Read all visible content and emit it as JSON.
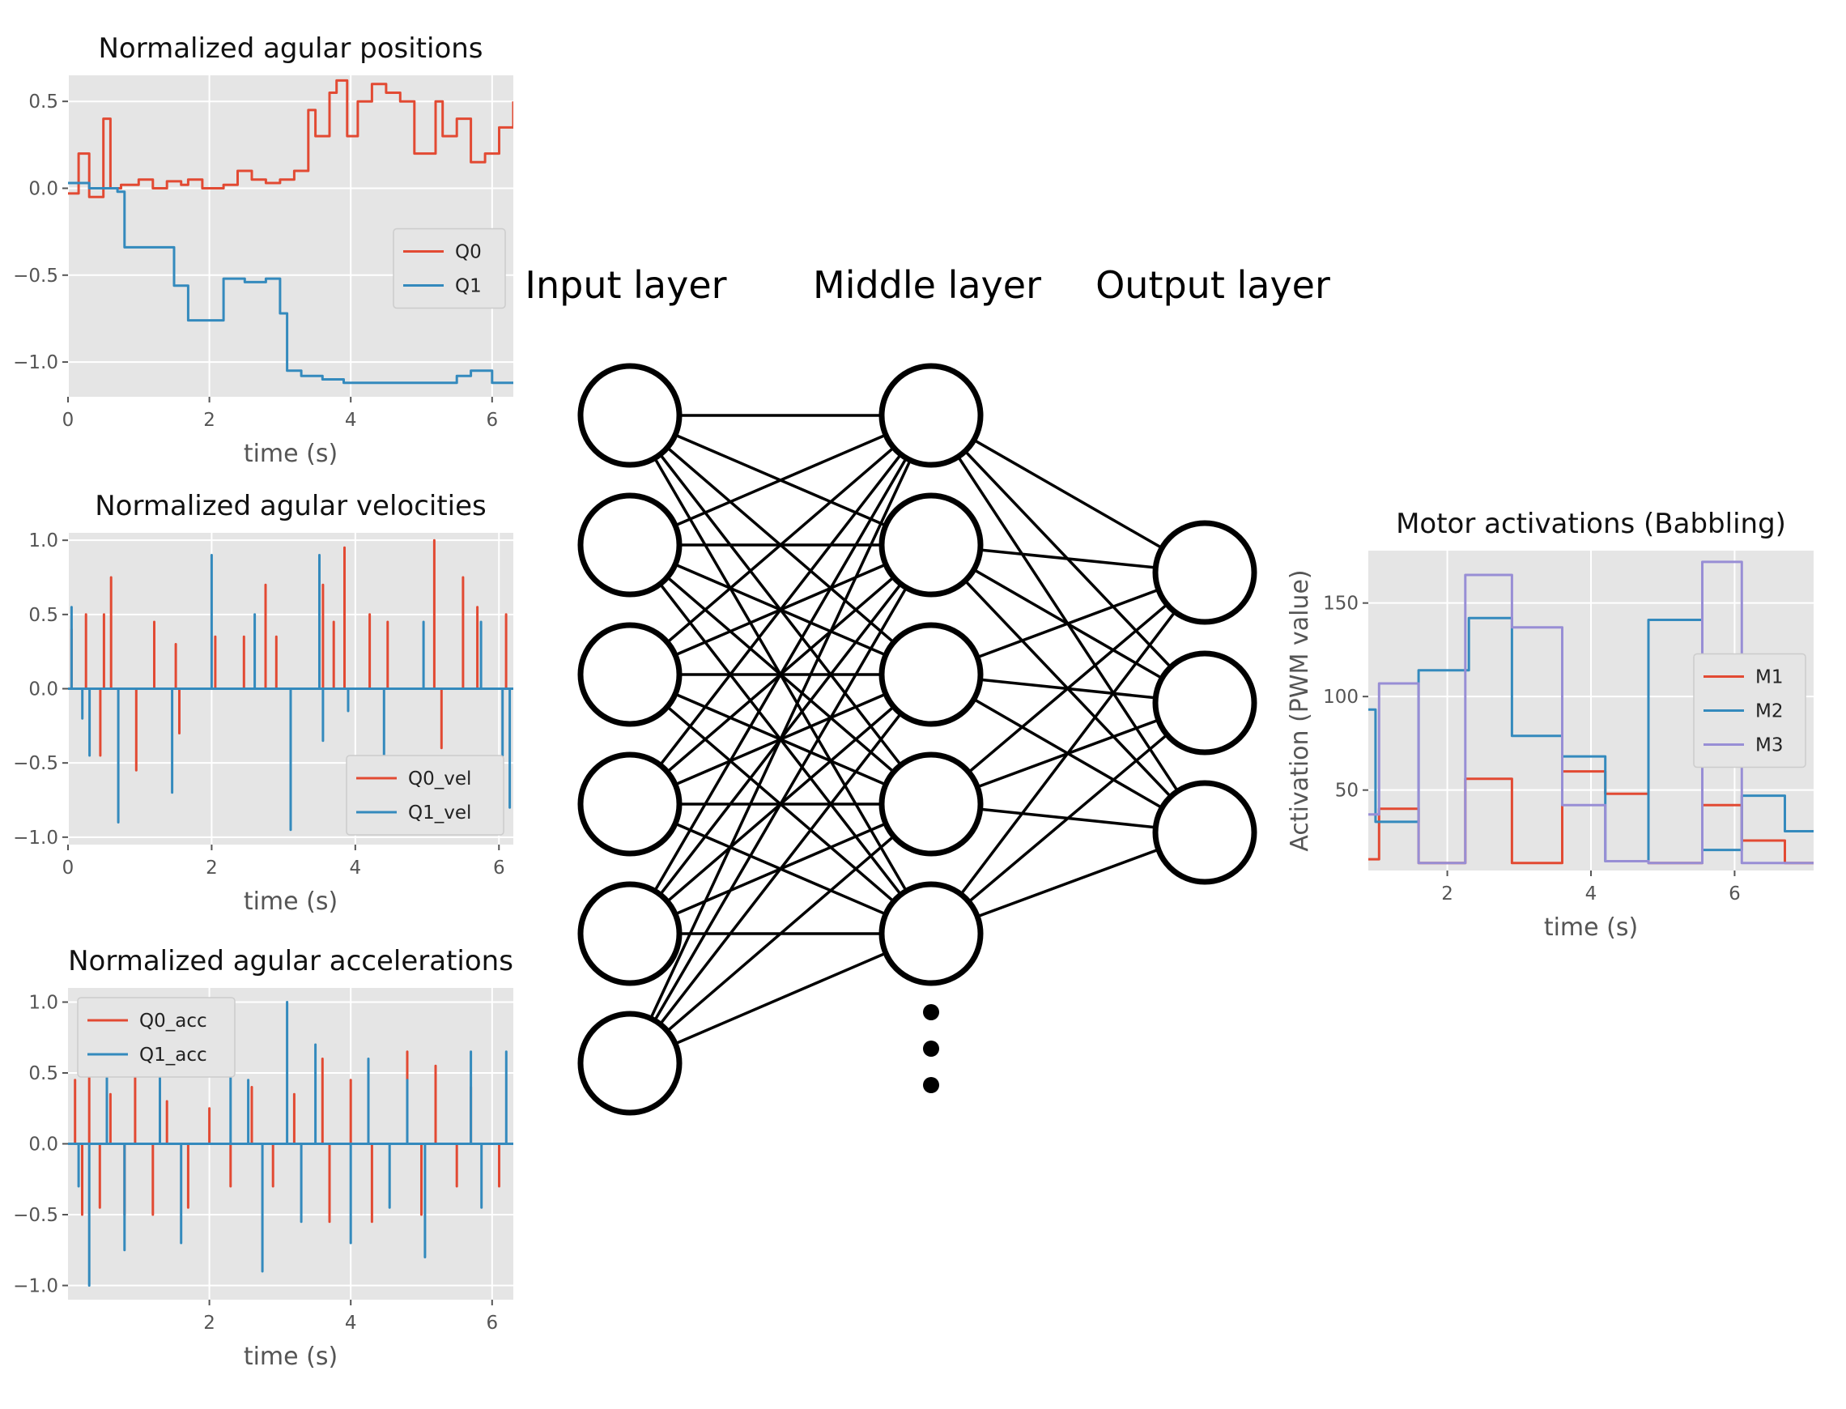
{
  "network": {
    "labels": {
      "input": "Input layer",
      "middle": "Middle layer",
      "output": "Output layer"
    }
  },
  "colors": {
    "q0": "#e24a33",
    "q1": "#348abd",
    "m1": "#e24a33",
    "m2": "#348abd",
    "m3": "#988ed5",
    "panel_bg": "#e5e5e5",
    "grid": "#ffffff",
    "network": "#000000"
  },
  "chart_data": [
    {
      "type": "line",
      "title": "Normalized agular positions",
      "xlabel": "time (s)",
      "ylabel": "",
      "xlim": [
        0,
        6.3
      ],
      "ylim": [
        -1.2,
        0.65
      ],
      "xticks": [
        0,
        2,
        4,
        6
      ],
      "yticks": [
        0.5,
        0.0,
        -0.5,
        -1.0
      ],
      "ytick_labels": [
        "0.5",
        "0.0",
        "−0.5",
        "−1.0"
      ],
      "grid": true,
      "legend": "right",
      "series": [
        {
          "name": "Q0",
          "color": "#e24a33",
          "step": true,
          "x": [
            0,
            0.15,
            0.3,
            0.5,
            0.6,
            0.75,
            1.0,
            1.2,
            1.4,
            1.6,
            1.7,
            1.9,
            2.2,
            2.4,
            2.6,
            2.8,
            3.0,
            3.2,
            3.4,
            3.5,
            3.7,
            3.8,
            3.95,
            4.1,
            4.3,
            4.5,
            4.7,
            4.9,
            5.2,
            5.3,
            5.5,
            5.7,
            5.9,
            6.1,
            6.3
          ],
          "y": [
            -0.03,
            0.2,
            -0.05,
            0.4,
            0.0,
            0.02,
            0.05,
            0.0,
            0.04,
            0.02,
            0.05,
            0.0,
            0.02,
            0.1,
            0.05,
            0.03,
            0.05,
            0.1,
            0.45,
            0.3,
            0.55,
            0.62,
            0.3,
            0.5,
            0.6,
            0.55,
            0.5,
            0.2,
            0.5,
            0.3,
            0.4,
            0.15,
            0.2,
            0.35,
            0.5
          ]
        },
        {
          "name": "Q1",
          "color": "#348abd",
          "step": true,
          "x": [
            0,
            0.3,
            0.7,
            0.8,
            1.2,
            1.5,
            1.7,
            2.0,
            2.2,
            2.5,
            2.8,
            3.0,
            3.1,
            3.3,
            3.6,
            3.9,
            4.5,
            5.1,
            5.5,
            5.7,
            6.0,
            6.3
          ],
          "y": [
            0.03,
            0.0,
            -0.02,
            -0.34,
            -0.34,
            -0.56,
            -0.76,
            -0.76,
            -0.52,
            -0.54,
            -0.52,
            -0.72,
            -1.05,
            -1.08,
            -1.1,
            -1.12,
            -1.12,
            -1.12,
            -1.08,
            -1.05,
            -1.12,
            -1.12
          ]
        }
      ]
    },
    {
      "type": "line",
      "title": "Normalized agular velocities",
      "xlabel": "time (s)",
      "ylabel": "",
      "xlim": [
        0,
        6.2
      ],
      "ylim": [
        -1.05,
        1.05
      ],
      "xticks": [
        0,
        2,
        4,
        6
      ],
      "yticks": [
        1.0,
        0.5,
        0.0,
        -0.5,
        -1.0
      ],
      "ytick_labels": [
        "1.0",
        "0.5",
        "0.0",
        "−0.5",
        "−1.0"
      ],
      "grid": true,
      "legend": "bottom-right",
      "series": [
        {
          "name": "Q0_vel",
          "color": "#e24a33",
          "x": [
            0.05,
            0.25,
            0.45,
            0.5,
            0.6,
            0.95,
            1.2,
            1.5,
            1.55,
            2.05,
            2.45,
            2.75,
            2.9,
            3.55,
            3.7,
            3.85,
            4.2,
            4.45,
            5.1,
            5.2,
            5.5,
            5.7,
            6.1
          ],
          "y": [
            0.4,
            0.5,
            -0.45,
            0.5,
            0.75,
            -0.55,
            0.45,
            0.3,
            -0.3,
            0.35,
            0.35,
            0.7,
            0.35,
            0.7,
            0.45,
            0.95,
            0.5,
            0.45,
            1.0,
            -0.4,
            0.75,
            0.55,
            0.5
          ]
        },
        {
          "name": "Q1_vel",
          "color": "#348abd",
          "x": [
            0.05,
            0.2,
            0.3,
            0.7,
            1.45,
            2.0,
            2.6,
            3.1,
            3.5,
            3.55,
            3.9,
            4.4,
            4.95,
            5.75,
            6.05,
            6.15
          ],
          "y": [
            0.55,
            -0.2,
            -0.45,
            -0.9,
            -0.7,
            0.9,
            0.5,
            -0.95,
            0.9,
            -0.35,
            -0.15,
            -0.45,
            0.45,
            0.45,
            -0.45,
            -0.8
          ]
        }
      ]
    },
    {
      "type": "line",
      "title": "Normalized agular accelerations",
      "xlabel": "time (s)",
      "ylabel": "",
      "xlim": [
        0,
        6.3
      ],
      "ylim": [
        -1.1,
        1.1
      ],
      "xticks": [
        2,
        4,
        6
      ],
      "yticks": [
        1.0,
        0.5,
        0.0,
        -0.5,
        -1.0
      ],
      "ytick_labels": [
        "1.0",
        "0.5",
        "0.0",
        "−0.5",
        "−1.0"
      ],
      "grid": true,
      "legend": "top-left",
      "series": [
        {
          "name": "Q0_acc",
          "color": "#e24a33",
          "x": [
            0.1,
            0.2,
            0.3,
            0.45,
            0.6,
            0.8,
            0.95,
            1.2,
            1.4,
            1.7,
            2.0,
            2.3,
            2.6,
            2.9,
            3.2,
            3.6,
            3.7,
            4.0,
            4.3,
            4.8,
            5.0,
            5.2,
            5.5,
            5.7,
            6.1
          ],
          "y": [
            0.45,
            -0.5,
            0.5,
            -0.45,
            0.35,
            -0.5,
            0.5,
            -0.5,
            0.3,
            -0.45,
            0.25,
            -0.3,
            0.4,
            -0.3,
            0.35,
            0.6,
            -0.55,
            0.45,
            -0.55,
            0.65,
            -0.5,
            0.55,
            -0.3,
            0.4,
            -0.3
          ]
        },
        {
          "name": "Q1_acc",
          "color": "#348abd",
          "x": [
            0.15,
            0.3,
            0.55,
            0.8,
            1.3,
            1.6,
            2.3,
            2.55,
            2.75,
            3.1,
            3.3,
            3.5,
            4.0,
            4.25,
            4.55,
            4.8,
            5.05,
            5.7,
            5.85,
            6.2
          ],
          "y": [
            -0.3,
            -1.0,
            0.5,
            -0.75,
            0.7,
            -0.7,
            0.65,
            0.45,
            -0.9,
            1.0,
            -0.55,
            0.7,
            -0.7,
            0.6,
            -0.45,
            0.45,
            -0.8,
            0.65,
            -0.45,
            0.65
          ]
        }
      ]
    },
    {
      "type": "line",
      "title": "Motor activations (Babbling)",
      "xlabel": "time (s)",
      "ylabel": "Activation (PWM value)",
      "xlim": [
        0.9,
        7.1
      ],
      "ylim": [
        7,
        178
      ],
      "xticks": [
        2,
        4,
        6
      ],
      "yticks": [
        150,
        100,
        50
      ],
      "ytick_labels": [
        "150",
        "100",
        "50"
      ],
      "grid": true,
      "legend": "right",
      "series": [
        {
          "name": "M1",
          "color": "#e24a33",
          "step": true,
          "x": [
            0.9,
            1.05,
            1.6,
            2.25,
            2.9,
            3.6,
            4.2,
            4.8,
            5.55,
            6.1,
            6.7,
            7.1
          ],
          "y": [
            13,
            40,
            11,
            56,
            11,
            60,
            48,
            11,
            42,
            23,
            11,
            11
          ]
        },
        {
          "name": "M2",
          "color": "#348abd",
          "step": true,
          "x": [
            0.9,
            1.0,
            1.6,
            2.3,
            2.9,
            3.6,
            4.2,
            4.8,
            5.55,
            6.1,
            6.7,
            7.1
          ],
          "y": [
            93,
            33,
            114,
            142,
            79,
            68,
            12,
            141,
            18,
            47,
            28,
            28
          ]
        },
        {
          "name": "M3",
          "color": "#988ed5",
          "step": true,
          "x": [
            0.9,
            1.05,
            1.6,
            2.25,
            2.9,
            3.6,
            4.2,
            4.8,
            5.55,
            6.1,
            6.7,
            7.1
          ],
          "y": [
            37,
            107,
            11,
            165,
            137,
            42,
            12,
            11,
            172,
            11,
            11,
            11
          ]
        }
      ]
    }
  ]
}
